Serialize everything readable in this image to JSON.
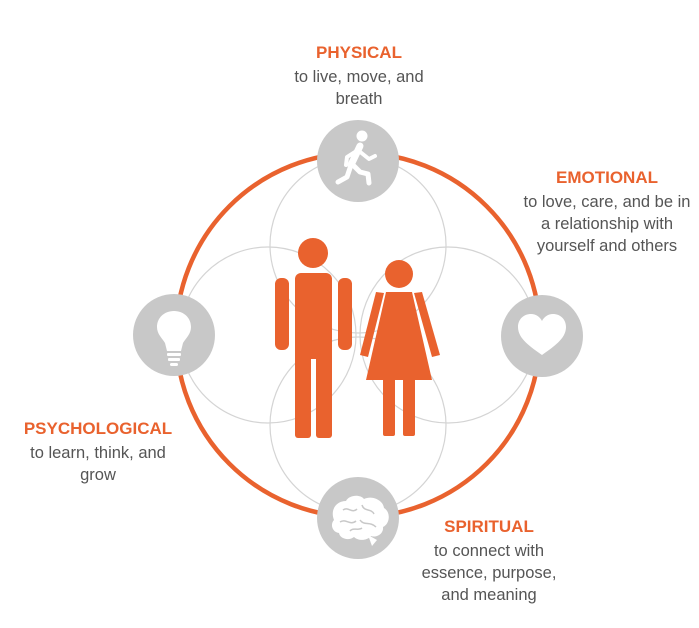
{
  "colors": {
    "accent": "#e9622e",
    "node_fill": "#c8c8c8",
    "thin_circle": "#d4d4d4",
    "icon_fill": "#ffffff",
    "text_gray": "#555555"
  },
  "center_figures": [
    "man-figure",
    "woman-figure"
  ],
  "dimensions": [
    {
      "title": "PHYSICAL",
      "description": "to live, move, and breath",
      "icon": "running-person-icon"
    },
    {
      "title": "EMOTIONAL",
      "description": "to love, care, and be in a relationship with yourself and others",
      "icon": "heart-icon"
    },
    {
      "title": "SPIRITUAL",
      "description": "to connect with essence, purpose, and meaning",
      "icon": "brain-icon"
    },
    {
      "title": "PSYCHOLOGICAL",
      "description": "to learn, think, and grow",
      "icon": "lightbulb-icon"
    }
  ]
}
